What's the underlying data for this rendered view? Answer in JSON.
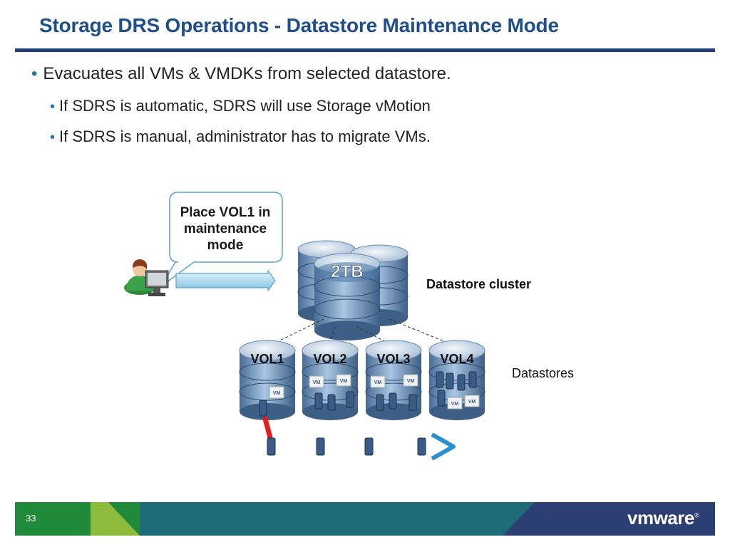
{
  "slide": {
    "title": "Storage DRS Operations - Datastore Maintenance Mode",
    "page_number": "33",
    "logo_text": "vmware"
  },
  "bullets": {
    "main": "Evacuates all VMs & VMDKs from selected datastore.",
    "sub": [
      "If SDRS is automatic, SDRS will use Storage vMotion",
      "If SDRS is manual, administrator has to migrate VMs."
    ]
  },
  "diagram": {
    "callout_lines": [
      "Place VOL1 in",
      "maintenance",
      "mode"
    ],
    "cluster_capacity": "2TB",
    "cluster_label": "Datastore cluster",
    "datastores_label": "Datastores",
    "volumes": [
      "VOL1",
      "VOL2",
      "VOL3",
      "VOL4"
    ],
    "vm_badge": "VM"
  },
  "colors": {
    "title": "#1f4e8c",
    "bullet": "#1a75b8",
    "footer_green": "#1e8a3a",
    "footer_teal": "#1e6b78",
    "footer_navy": "#2c3f72",
    "migration_start": "#e01e1e",
    "migration_end": "#2a8fd0"
  }
}
